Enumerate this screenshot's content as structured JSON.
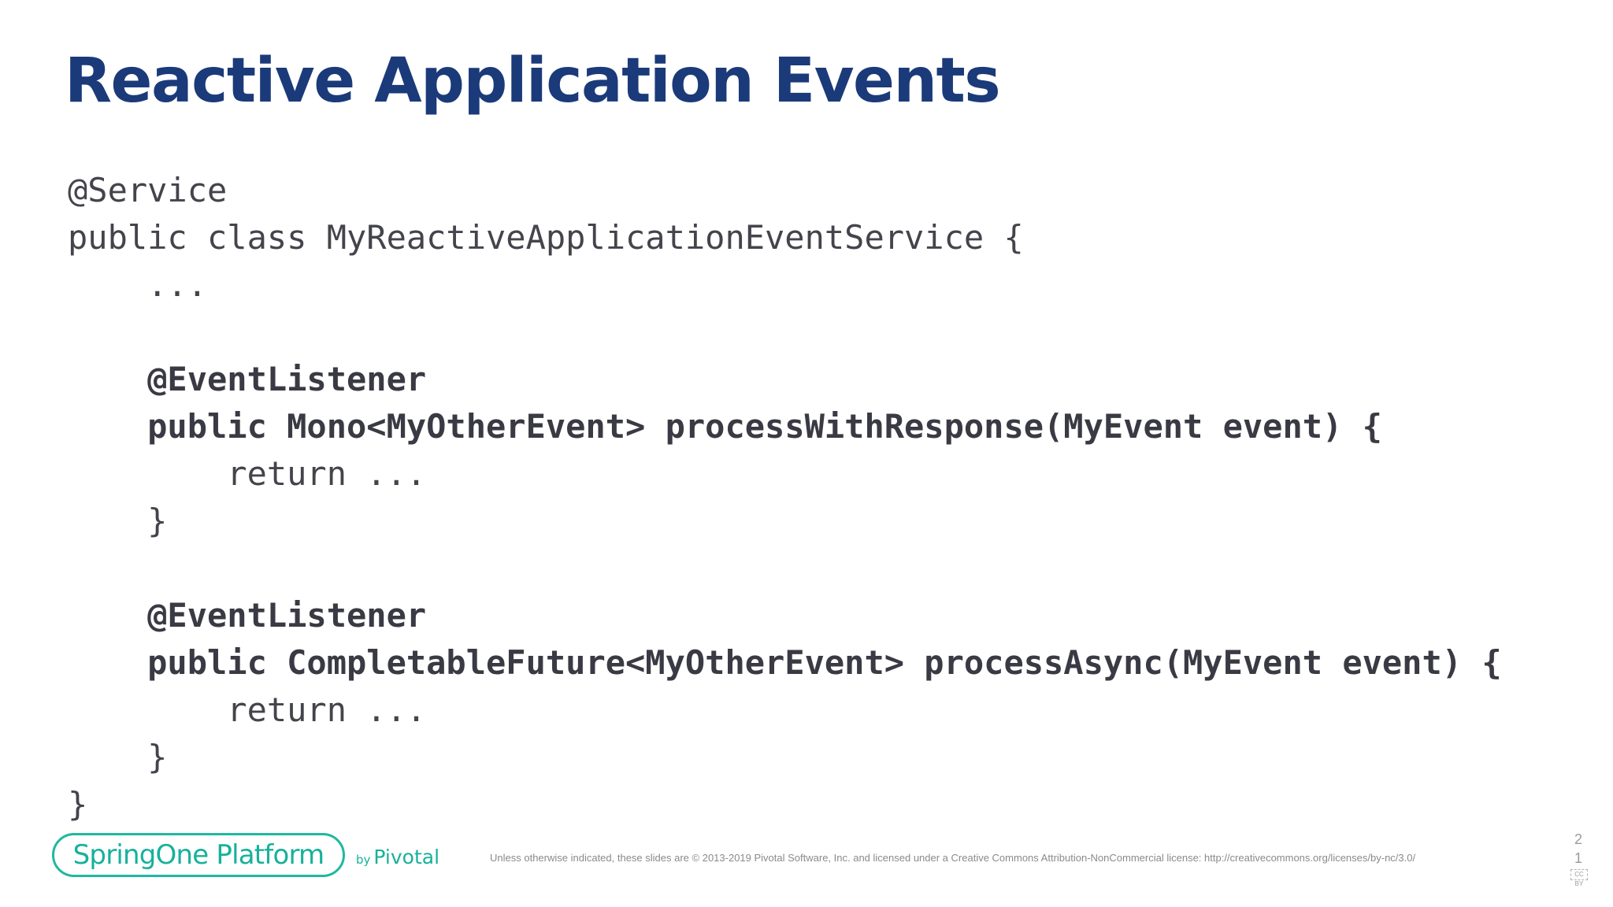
{
  "slide": {
    "title": "Reactive Application Events",
    "code_lines": [
      {
        "text": "@Service",
        "bold": false
      },
      {
        "text": "public class MyReactiveApplicationEventService {",
        "bold": false
      },
      {
        "text": "    ...",
        "bold": false
      },
      {
        "text": "",
        "bold": false
      },
      {
        "text": "    @EventListener",
        "bold": true
      },
      {
        "text": "    public Mono<MyOtherEvent> processWithResponse(MyEvent event) {",
        "bold": true
      },
      {
        "text": "        return ...",
        "bold": false
      },
      {
        "text": "    }",
        "bold": false
      },
      {
        "text": "",
        "bold": false
      },
      {
        "text": "    @EventListener",
        "bold": true
      },
      {
        "text": "    public CompletableFuture<MyOtherEvent> processAsync(MyEvent event) {",
        "bold": true
      },
      {
        "text": "        return ...",
        "bold": false
      },
      {
        "text": "    }",
        "bold": false
      },
      {
        "text": "}",
        "bold": false
      }
    ]
  },
  "footer": {
    "brand": "SpringOne Platform",
    "by": "by",
    "company": "Pivotal",
    "license": "Unless otherwise indicated, these slides are © 2013-2019 Pivotal Software, Inc. and licensed under a Creative Commons Attribution-NonCommercial license: http://creativecommons.org/licenses/by-nc/3.0/",
    "page_number_line1": "2",
    "page_number_line2": "1",
    "cc_badge": "CC BY"
  },
  "colors": {
    "title": "#1b3a7a",
    "code": "#44444c",
    "brand_teal": "#17b19a",
    "footer_gray": "#8a8a8f"
  }
}
